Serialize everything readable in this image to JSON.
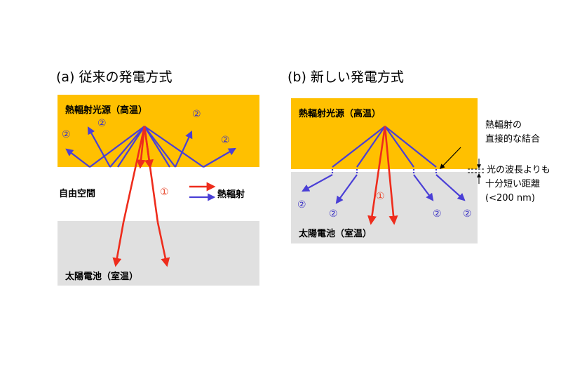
{
  "panel_a": {
    "heading": "(a)  従来の発電方式",
    "source_label": "熱輻射光源（高温）",
    "gap_label": "自由空間",
    "cell_label": "太陽電池（室温）",
    "legend_label": "熱輻射",
    "mark_direct": "①",
    "mark_reflected": "②"
  },
  "panel_b": {
    "heading": "(b)  新しい発電方式",
    "source_label": "熱輻射光源（高温）",
    "cell_label": "太陽電池（室温）",
    "coupling_note": [
      "熱輻射の",
      "直接的な結合"
    ],
    "gap_note": [
      "光の波長よりも",
      "十分短い距離",
      "(<200 nm)"
    ],
    "mark_direct": "①",
    "mark_reflected": "②"
  },
  "colors": {
    "source": "#ffc000",
    "cell": "#e0e0e0",
    "direct_ray": "#ee2c1c",
    "reflected_ray": "#4a3fd6",
    "mark_direct": "#e84a2f",
    "mark_reflected": "#3b32c4"
  }
}
